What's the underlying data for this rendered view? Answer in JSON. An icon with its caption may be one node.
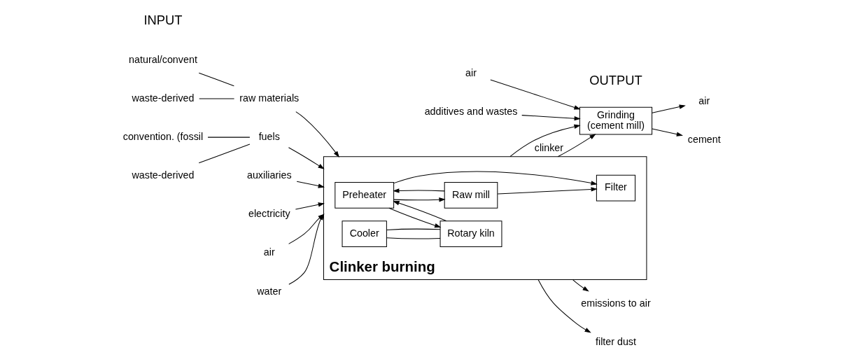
{
  "diagram": {
    "nodes": [
      {
        "text": [
          "Clinker burning"
        ]
      },
      {
        "text": [
          "Preheater"
        ],
        "in": 0
      },
      {
        "text": [
          "Filter"
        ],
        "in": 0
      },
      {
        "text": [
          "Cooler"
        ],
        "in": 0
      },
      {
        "text": [
          "Rotary kiln"
        ],
        "in": 0
      },
      {
        "text": [
          "Raw mill"
        ],
        "in": 0
      },
      {
        "text": [
          "natural/convent"
        ]
      },
      {
        "text": [
          "waste-derived"
        ]
      },
      {
        "text": [
          "raw materials"
        ]
      },
      {
        "text": [
          "convention. (fossil"
        ]
      },
      {
        "text": [
          "waste-derived"
        ]
      },
      {
        "text": [
          "fuels"
        ]
      },
      {
        "text": [
          "auxiliaries"
        ]
      },
      {
        "text": [
          "electricity"
        ]
      },
      {
        "text": [
          "air"
        ]
      },
      {
        "text": [
          "water"
        ]
      },
      {
        "text": [
          "emissions to air"
        ]
      },
      {
        "text": [
          "filter dust"
        ]
      },
      {
        "text": [
          "air"
        ]
      },
      {
        "text": [
          "Grinding",
          "(cement mill)"
        ]
      },
      {
        "text": [
          "cement"
        ]
      },
      {
        "text": [
          "air"
        ]
      },
      {
        "text": [
          "additives and wastes"
        ]
      }
    ],
    "edges": [
      {
        "from": 6,
        "to": 8,
        "arrow": "none"
      },
      {
        "from": 7,
        "to": 8,
        "arrow": "none"
      },
      {
        "from": 8,
        "to": 0,
        "arrow": "to"
      },
      {
        "from": 9,
        "to": 11,
        "arrow": "none"
      },
      {
        "from": 10,
        "to": 11,
        "arrow": "none"
      },
      {
        "from": 11,
        "to": 0,
        "arrow": "to"
      },
      {
        "from": 12,
        "to": 0,
        "arrow": "to"
      },
      {
        "from": 13,
        "to": 0,
        "arrow": "to"
      },
      {
        "from": 14,
        "to": 0,
        "arrow": "to"
      },
      {
        "from": 15,
        "to": 0,
        "arrow": "to"
      },
      {
        "from": 3,
        "to": 4,
        "arrow": "none"
      },
      {
        "from": 3,
        "to": 4,
        "arrow": "none"
      },
      {
        "from": 1,
        "to": 4,
        "arrow": "to"
      },
      {
        "from": 4,
        "to": 1,
        "arrow": "to"
      },
      {
        "from": 1,
        "to": 5,
        "arrow": "to"
      },
      {
        "from": 1,
        "to": 2,
        "arrow": "to"
      },
      {
        "from": 5,
        "to": 1,
        "arrow": "to"
      },
      {
        "from": 5,
        "to": 2,
        "arrow": "to"
      },
      {
        "from": 0,
        "to": 16,
        "arrow": "to"
      },
      {
        "from": 0,
        "to": 17,
        "arrow": "to"
      },
      {
        "from": 0,
        "to": 19,
        "arrow": "to"
      },
      {
        "from": 0,
        "to": 19,
        "label": "clinker",
        "arrow": "to"
      },
      {
        "from": 19,
        "to": 18,
        "arrow": "to"
      },
      {
        "from": 19,
        "to": 20,
        "arrow": "to"
      },
      {
        "from": 21,
        "to": 19,
        "arrow": "to"
      },
      {
        "from": 22,
        "to": 19,
        "arrow": "to"
      }
    ],
    "labels": [
      "INPUT",
      "OUTPUT"
    ]
  }
}
